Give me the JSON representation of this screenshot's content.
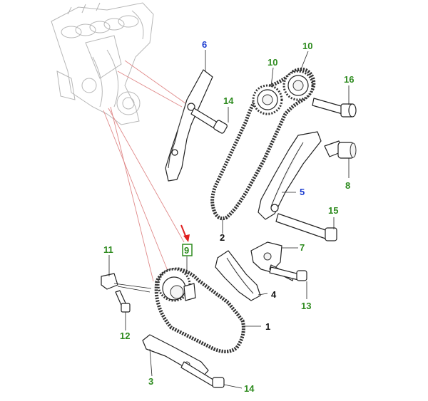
{
  "colors": {
    "label_green": "#2e8b1f",
    "label_blue": "#1f3fd0",
    "label_black": "#111111",
    "highlight_box": "#2e8b1f",
    "arrow_red": "#e02020",
    "leader_red": "#e08a8a"
  },
  "callouts": {
    "c1": "1",
    "c2": "2",
    "c3": "3",
    "c4": "4",
    "c5": "5",
    "c6": "6",
    "c7": "7",
    "c8": "8",
    "c9": "9",
    "c10a": "10",
    "c10b": "10",
    "c11": "11",
    "c12": "12",
    "c13": "13",
    "c14a": "14",
    "c14b": "14",
    "c15": "15",
    "c16": "16"
  }
}
